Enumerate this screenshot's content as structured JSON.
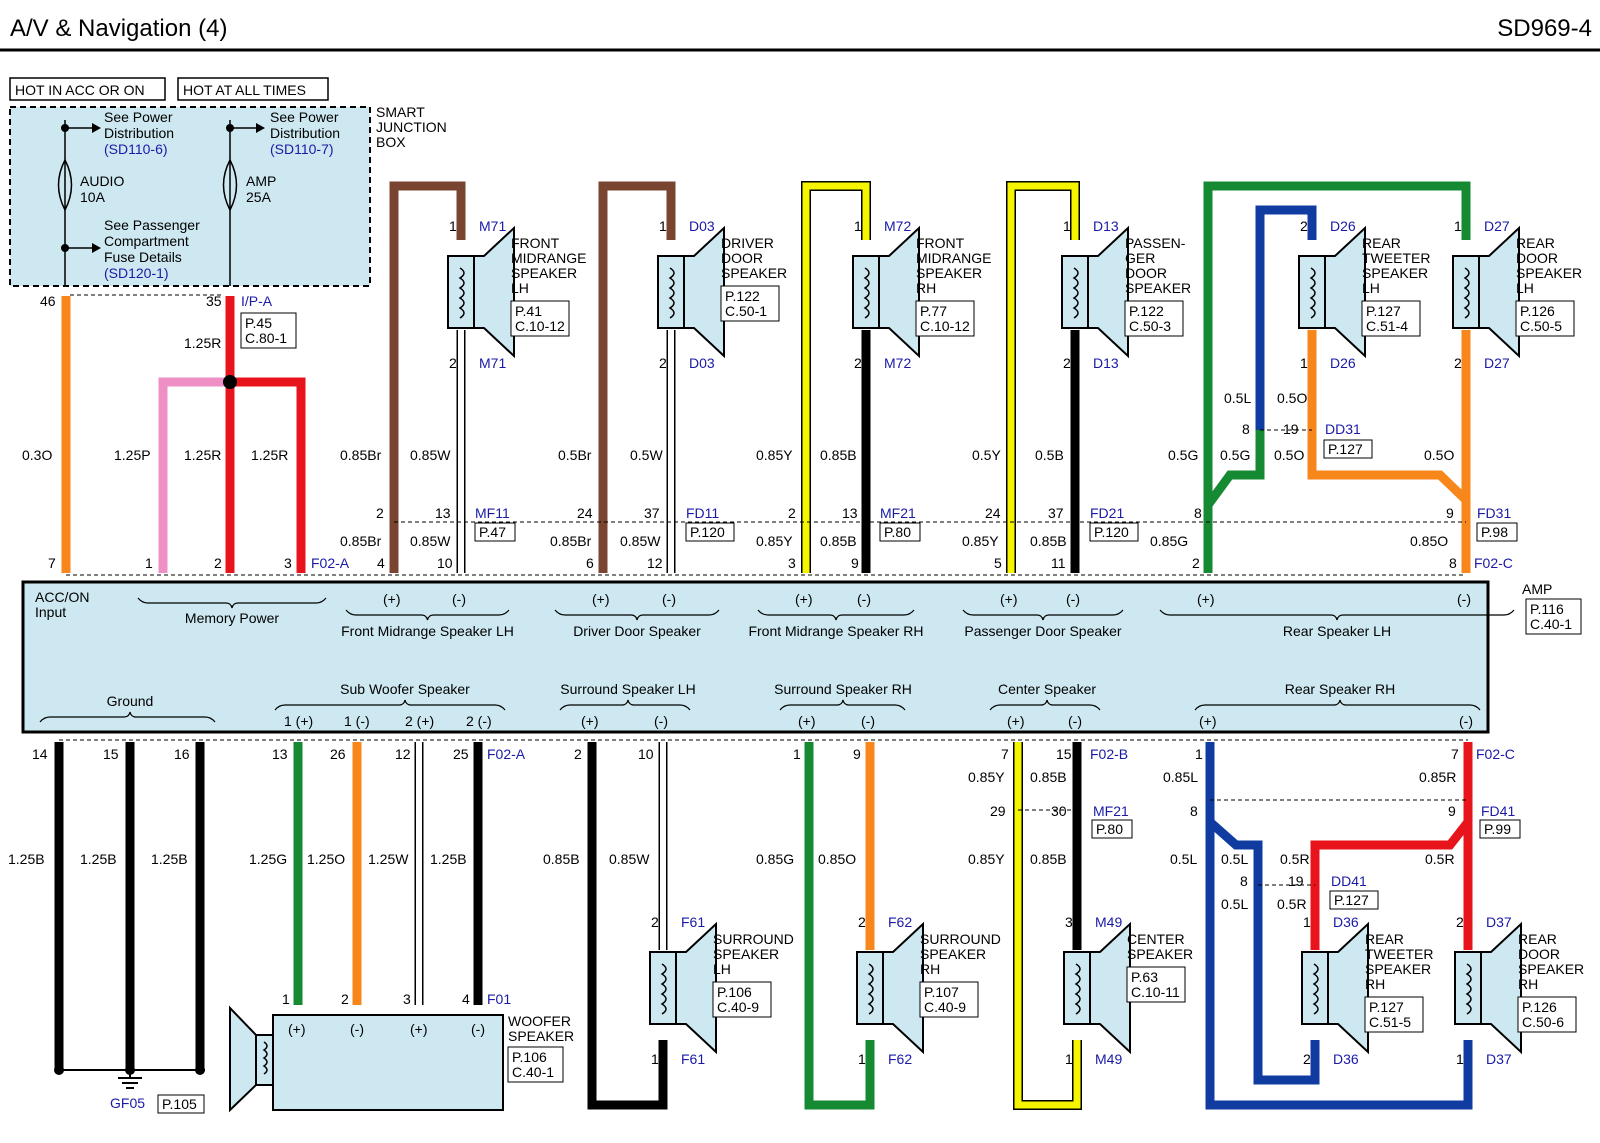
{
  "header": {
    "title": "A/V & Navigation (4)",
    "code": "SD969-4"
  },
  "colors": {
    "panel": "#cde8f1",
    "outline": "#000000",
    "link": "#1a1aa6",
    "brown": "#7a4530",
    "white_wire": "#ffffff",
    "yellow": "#f6f500",
    "black": "#000000",
    "orange": "#f7861b",
    "red": "#e8141b",
    "pink": "#ee8fc6",
    "green": "#158a33",
    "blue": "#103ca1"
  },
  "power": {
    "hot_acc": "HOT IN ACC OR ON",
    "hot_all": "HOT AT ALL TIMES",
    "junction_box": [
      "SMART",
      "JUNCTION",
      "BOX"
    ],
    "see_power_1": [
      "See Power",
      "Distribution"
    ],
    "ref_1": "(SD110-6)",
    "see_power_2": [
      "See Power",
      "Distribution"
    ],
    "ref_2": "(SD110-7)",
    "fuse_audio": [
      "AUDIO",
      "10A"
    ],
    "fuse_amp": [
      "AMP",
      "25A"
    ],
    "see_passenger": [
      "See Passenger",
      "Compartment",
      "Fuse Details"
    ],
    "ref_3": "(SD120-1)",
    "pin_46": "46",
    "pin_35": "35",
    "conn": "I/P-A",
    "conn_box": [
      "P.45",
      "C.80-1"
    ]
  },
  "upper": {
    "wire_labels": {
      "w_03O": "0.3O",
      "w_125R_top": "1.25R",
      "w_125P": "1.25P",
      "w_125R_a": "1.25R",
      "w_125R_b": "1.25R",
      "w_085Br_a": "0.85Br",
      "w_085W_a": "0.85W",
      "w_085Br_b": "0.85Br",
      "w_085W_b": "0.85W",
      "w_05Br_a": "0.5Br",
      "w_05W_a": "0.5W",
      "w_05Br_b": "0.85Br",
      "w_05W_b": "0.85W",
      "w_085Y_a": "0.85Y",
      "w_085B_a": "0.85B",
      "w_085Y_b": "0.85Y",
      "w_085B_b": "0.85B",
      "w_05Y_a": "0.5Y",
      "w_05B_a": "0.5B",
      "w_05Y_b": "0.85Y",
      "w_05B_b": "0.85B",
      "w_05L": "0.5L",
      "w_05O_a": "0.5O",
      "w_05G_a": "0.5G",
      "w_05G_b": "0.5G",
      "w_05O_b": "0.5O",
      "w_05O_c": "0.5O",
      "w_085G": "0.85G",
      "w_085O": "0.85O"
    },
    "pins": {
      "p7": "7",
      "p1": "1",
      "p2": "2",
      "p3": "3",
      "conn_f02a": "F02-A",
      "p4": "4",
      "p10": "10",
      "p6": "6",
      "p12": "12",
      "p3b": "3",
      "p9": "9",
      "p5": "5",
      "p11": "11",
      "p2b": "2",
      "p8": "8",
      "conn_f02c": "F02-C",
      "mf11_2": "2",
      "mf11_13": "13",
      "mf11": "MF11",
      "mf11_box": "P.47",
      "fd11_24": "24",
      "fd11_37": "37",
      "fd11": "FD11",
      "fd11_box": "P.120",
      "mf21_2": "2",
      "mf21_13": "13",
      "mf21": "MF21",
      "mf21_box": "P.80",
      "fd21_24": "24",
      "fd21_37": "37",
      "fd21": "FD21",
      "fd21_box": "P.120",
      "fd31_8": "8",
      "fd31_9": "9",
      "fd31": "FD31",
      "fd31_box": "P.98",
      "dd31_8": "8",
      "dd31_19": "19",
      "dd31": "DD31",
      "dd31_box": "P.127"
    },
    "speakers": [
      {
        "pin_top": "1",
        "conn_top": "M71",
        "pin_bot": "2",
        "conn_bot": "M71",
        "name": [
          "FRONT",
          "MIDRANGE",
          "SPEAKER",
          "LH"
        ],
        "box": [
          "P.41",
          "C.10-12"
        ]
      },
      {
        "pin_top": "1",
        "conn_top": "D03",
        "pin_bot": "2",
        "conn_bot": "D03",
        "name": [
          "DRIVER",
          "DOOR",
          "SPEAKER"
        ],
        "box": [
          "P.122",
          "C.50-1"
        ]
      },
      {
        "pin_top": "1",
        "conn_top": "M72",
        "pin_bot": "2",
        "conn_bot": "M72",
        "name": [
          "FRONT",
          "MIDRANGE",
          "SPEAKER",
          "RH"
        ],
        "box": [
          "P.77",
          "C.10-12"
        ]
      },
      {
        "pin_top": "1",
        "conn_top": "D13",
        "pin_bot": "2",
        "conn_bot": "D13",
        "name": [
          "PASSEN-",
          "GER",
          "DOOR",
          "SPEAKER"
        ],
        "box": [
          "P.122",
          "C.50-3"
        ]
      },
      {
        "pin_top": "2",
        "conn_top": "D26",
        "pin_bot": "1",
        "conn_bot": "D26",
        "name": [
          "REAR",
          "TWEETER",
          "SPEAKER",
          "LH"
        ],
        "box": [
          "P.127",
          "C.51-4"
        ]
      },
      {
        "pin_top": "1",
        "conn_top": "D27",
        "pin_bot": "2",
        "conn_bot": "D27",
        "name": [
          "REAR",
          "DOOR",
          "SPEAKER",
          "LH"
        ],
        "box": [
          "P.126",
          "C.50-5"
        ]
      }
    ]
  },
  "amp": {
    "acc_input": [
      "ACC/ON",
      "Input"
    ],
    "memory_power": "Memory Power",
    "plus": "(+)",
    "minus": "(-)",
    "groups_top": [
      "Front Midrange Speaker LH",
      "Driver Door Speaker",
      "Front Midrange Speaker RH",
      "Passenger Door Speaker",
      "Rear Speaker LH"
    ],
    "groups_bottom": [
      "Ground",
      "Sub Woofer Speaker",
      "Surround Speaker LH",
      "Surround Speaker RH",
      "Center Speaker",
      "Rear Speaker RH"
    ],
    "sub_pins": [
      "1 (+)",
      "1 (-)",
      "2 (+)",
      "2 (-)"
    ],
    "label": "AMP",
    "box": [
      "P.116",
      "C.40-1"
    ]
  },
  "lower": {
    "pins": {
      "p14": "14",
      "p15": "15",
      "p16": "16",
      "p13": "13",
      "p26": "26",
      "p12": "12",
      "p25": "25",
      "conn_f02a": "F02-A",
      "p2": "2",
      "p10": "10",
      "p1": "1",
      "p9": "9",
      "p7": "7",
      "p15b": "15",
      "conn_f02b": "F02-B",
      "p1b": "1",
      "p7b": "7",
      "conn_f02c": "F02-C",
      "mf21_29": "29",
      "mf21_30": "30",
      "mf21": "MF21",
      "mf21_box": "P.80",
      "fd41_8": "8",
      "fd41_9": "9",
      "fd41": "FD41",
      "fd41_box": "P.99",
      "dd41_8": "8",
      "dd41_19": "19",
      "dd41": "DD41",
      "dd41_box": "P.127",
      "f01_1": "1",
      "f01_2": "2",
      "f01_3": "3",
      "f01_4": "4",
      "f01": "F01"
    },
    "wire_labels": {
      "w_125B_a": "1.25B",
      "w_125B_b": "1.25B",
      "w_125B_c": "1.25B",
      "w_125G": "1.25G",
      "w_125O": "1.25O",
      "w_125W": "1.25W",
      "w_125B_d": "1.25B",
      "w_085B_s": "0.85B",
      "w_085W_s": "0.85W",
      "w_085G_s": "0.85G",
      "w_085O_s": "0.85O",
      "w_085Y_c1": "0.85Y",
      "w_085B_c1": "0.85B",
      "w_085Y_c2": "0.85Y",
      "w_085B_c2": "0.85B",
      "w_085L": "0.85L",
      "w_085R": "0.85R",
      "w_05L_a": "0.5L",
      "w_05L_b": "0.5L",
      "w_05R_a": "0.5R",
      "w_05R_b": "0.5R",
      "w_05L_c": "0.5L",
      "w_05R_c": "0.5R"
    },
    "ground": {
      "conn": "GF05",
      "box": "P.105"
    },
    "woofer": {
      "name": [
        "WOOFER",
        "SPEAKER"
      ],
      "box": [
        "P.106",
        "C.40-1"
      ]
    },
    "speakers": [
      {
        "pin_top": "2",
        "conn_top": "F61",
        "pin_bot": "1",
        "conn_bot": "F61",
        "name": [
          "SURROUND",
          "SPEAKER",
          "LH"
        ],
        "box": [
          "P.106",
          "C.40-9"
        ]
      },
      {
        "pin_top": "2",
        "conn_top": "F62",
        "pin_bot": "1",
        "conn_bot": "F62",
        "name": [
          "SURROUND",
          "SPEAKER",
          "RH"
        ],
        "box": [
          "P.107",
          "C.40-9"
        ]
      },
      {
        "pin_top": "3",
        "conn_top": "M49",
        "pin_bot": "1",
        "conn_bot": "M49",
        "name": [
          "CENTER",
          "SPEAKER"
        ],
        "box": [
          "P.63",
          "C.10-11"
        ]
      },
      {
        "pin_top": "1",
        "conn_top": "D36",
        "pin_bot": "2",
        "conn_bot": "D36",
        "name": [
          "REAR",
          "TWEETER",
          "SPEAKER",
          "RH"
        ],
        "box": [
          "P.127",
          "C.51-5"
        ]
      },
      {
        "pin_top": "2",
        "conn_top": "D37",
        "pin_bot": "1",
        "conn_bot": "D37",
        "name": [
          "REAR",
          "DOOR",
          "SPEAKER",
          "RH"
        ],
        "box": [
          "P.126",
          "C.50-6"
        ]
      }
    ]
  }
}
